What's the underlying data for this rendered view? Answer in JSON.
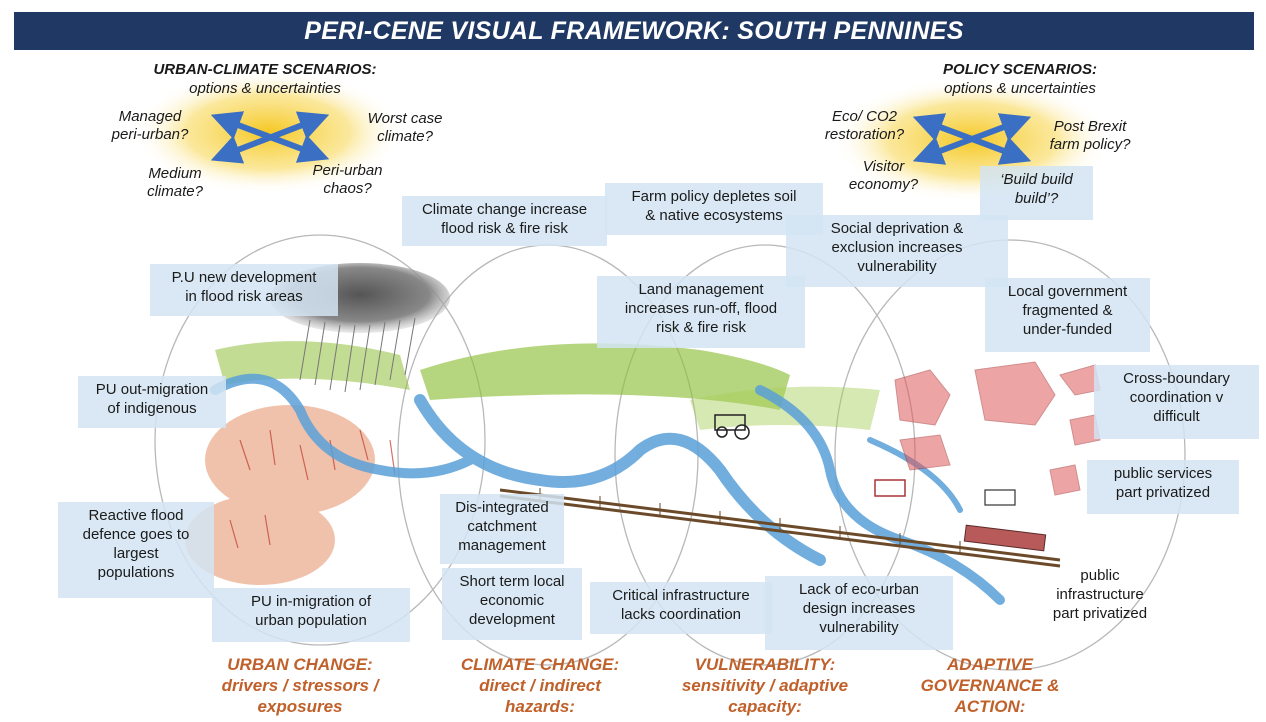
{
  "title": "PERI-CENE VISUAL FRAMEWORK:  SOUTH PENNINES",
  "urban_scenarios": {
    "title": [
      "URBAN-CLIMATE SCENARIOS:",
      "options & uncertainties"
    ],
    "top_left": [
      "Managed",
      "peri-urban?"
    ],
    "top_right": [
      "Worst case",
      "climate?"
    ],
    "bottom_left": [
      "Medium",
      "climate?"
    ],
    "bottom_right": [
      "Peri-urban",
      "chaos?"
    ]
  },
  "policy_scenarios": {
    "title": [
      "POLICY SCENARIOS:",
      "options & uncertainties"
    ],
    "top_left": [
      "Eco/ CO2",
      "restoration?"
    ],
    "top_right": [
      "Post Brexit",
      "farm policy?"
    ],
    "bottom_left": [
      "Visitor",
      "economy?"
    ],
    "bottom_right": [
      "‘Build build",
      "build’?"
    ]
  },
  "boxes": {
    "climate_change_flood": [
      "Climate change increase",
      "flood risk & fire risk"
    ],
    "farm_policy": [
      "Farm policy depletes soil",
      "& native ecosystems"
    ],
    "social_deprivation": [
      "Social deprivation &",
      "exclusion increases",
      "vulnerability"
    ],
    "pu_new_development": [
      "P.U new development",
      "in flood risk areas"
    ],
    "land_management": [
      "Land management",
      "increases run-off, flood",
      "risk & fire risk"
    ],
    "local_government": [
      "Local government",
      "fragmented &",
      "under-funded"
    ],
    "pu_out_migration": [
      "PU out-migration",
      "of indigenous"
    ],
    "cross_boundary": [
      "Cross-boundary",
      "coordination v",
      "difficult"
    ],
    "public_services": [
      "public services",
      "part privatized"
    ],
    "reactive_flood": [
      "Reactive flood",
      "defence goes to",
      "largest",
      "populations"
    ],
    "disintegrated": [
      "Dis-integrated",
      "catchment",
      "management"
    ],
    "short_term": [
      "Short term local",
      "economic",
      "development"
    ],
    "critical_infra": [
      "Critical infrastructure",
      "lacks coordination"
    ],
    "lack_eco_urban": [
      "Lack of eco-urban",
      "design increases",
      "vulnerability"
    ],
    "public_infra": [
      "public",
      "infrastructure",
      "part privatized"
    ],
    "pu_in_migration": [
      "PU in-migration of",
      "urban population"
    ]
  },
  "categories": {
    "urban_change": [
      "URBAN CHANGE:",
      "drivers / stressors /",
      "exposures"
    ],
    "climate_change": [
      "CLIMATE CHANGE:",
      "direct / indirect",
      "hazards:"
    ],
    "vulnerability": [
      "VULNERABILITY:",
      "sensitivity / adaptive",
      "capacity:"
    ],
    "adaptive_governance": [
      "ADAPTIVE",
      "GOVERNANCE  &",
      "ACTION:"
    ]
  },
  "colors": {
    "banner": "#1f3864",
    "arrow": "#3b6fc4",
    "glow": "#f5c518",
    "box": "#d2e4f2",
    "category_text": "#c0602a",
    "river": "#5aa0d8",
    "land": "#8fbf3a"
  }
}
